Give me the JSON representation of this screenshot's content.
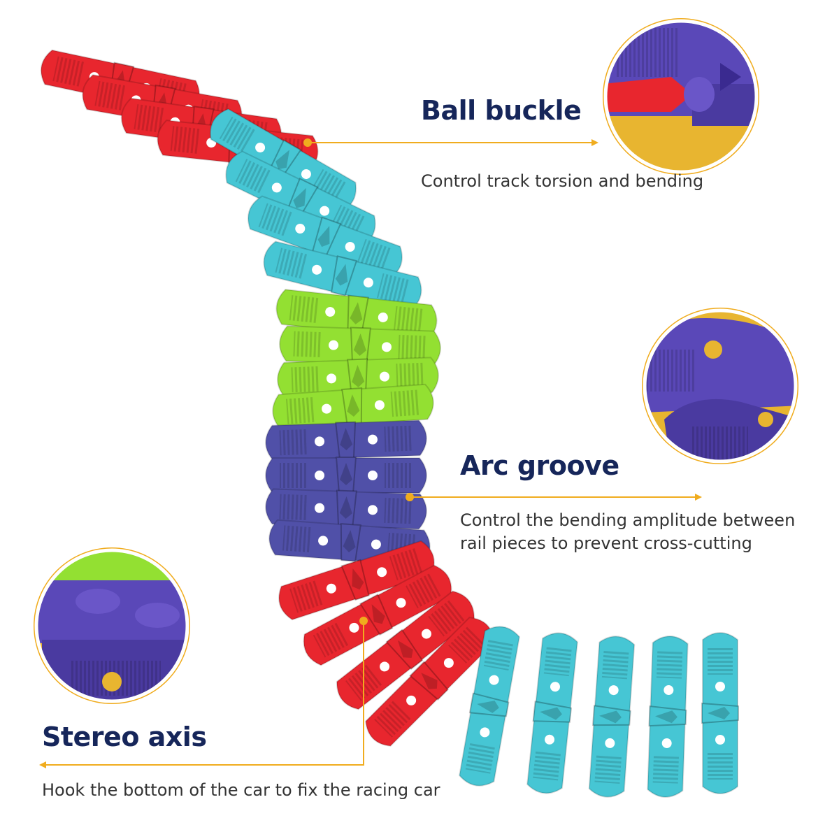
{
  "colors": {
    "red": "#e8262e",
    "cyan": "#46c6d4",
    "lime": "#93e032",
    "purple": "#5050a8",
    "accent": "#f0ac1e",
    "title": "#16265a",
    "text": "#333333"
  },
  "features": [
    {
      "title": "Ball buckle",
      "description": "Control track torsion and bending"
    },
    {
      "title": "Arc groove",
      "description": "Control the bending amplitude between rail pieces to prevent cross-cutting"
    },
    {
      "title": "Stereo axis",
      "description": "Hook the bottom of the car to fix the racing car"
    }
  ]
}
